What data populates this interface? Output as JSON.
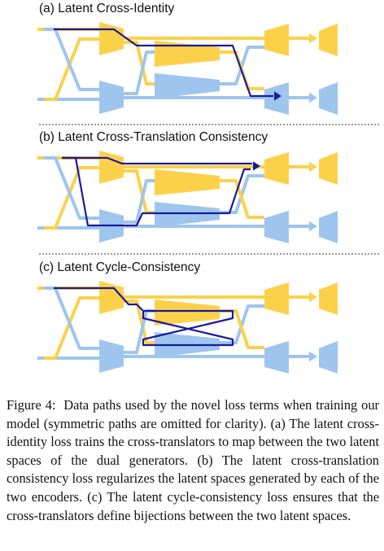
{
  "panels": [
    {
      "label": "(a) Latent Cross-Identity",
      "variant": "cross-identity"
    },
    {
      "label": "(b) Latent Cross-Translation Consistency",
      "variant": "cross-translation"
    },
    {
      "label": "(c) Latent Cycle-Consistency",
      "variant": "cycle"
    }
  ],
  "caption": {
    "figure_label": "Figure 4:",
    "text": "Data paths used by the novel loss terms when training our model (symmetric paths are omitted for clarity). (a) The latent cross-identity loss trains the cross-translators to map between the two latent spaces of the dual generators. (b) The latent cross-translation consistency loss regularizes the latent spaces generated by each of the two encoders. (c) The latent cycle-consistency loss ensures that the cross-translators define bijections between the two latent spaces."
  },
  "colors": {
    "yellow": "#fcd14a",
    "blue": "#9ec5ee",
    "path": "#1a1a9c",
    "separator": "#9a9a9a"
  }
}
